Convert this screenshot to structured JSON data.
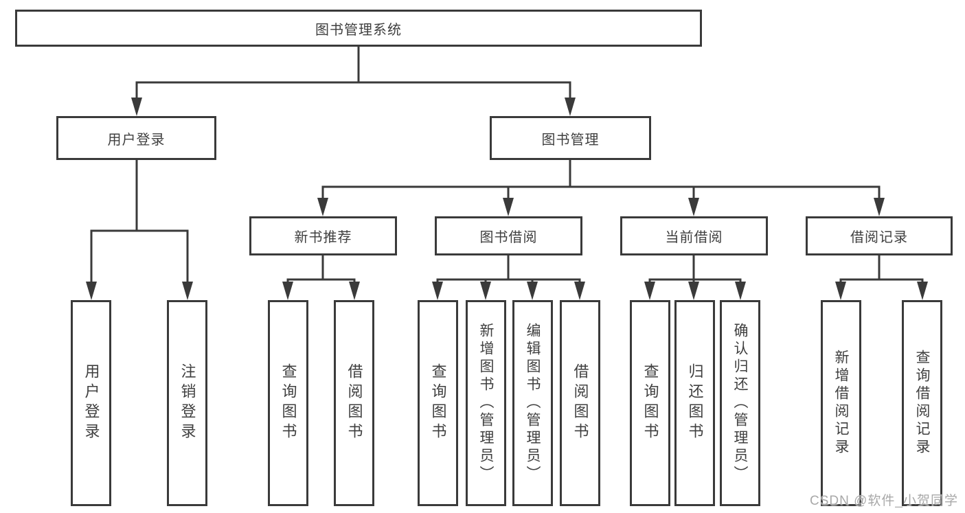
{
  "diagram": {
    "type": "hierarchy",
    "tree": {
      "label": "图书管理系统",
      "children": [
        {
          "label": "用户登录",
          "children": [
            {
              "label": "用户登录"
            },
            {
              "label": "注销登录"
            }
          ]
        },
        {
          "label": "图书管理",
          "children": [
            {
              "label": "新书推荐",
              "children": [
                {
                  "label": "查询图书"
                },
                {
                  "label": "借阅图书"
                }
              ]
            },
            {
              "label": "图书借阅",
              "children": [
                {
                  "label": "查询图书"
                },
                {
                  "label": "新增图书（管理员）"
                },
                {
                  "label": "编辑图书（管理员）"
                },
                {
                  "label": "借阅图书"
                }
              ]
            },
            {
              "label": "当前借阅",
              "children": [
                {
                  "label": "查询图书"
                },
                {
                  "label": "归还图书"
                },
                {
                  "label": "确认归还（管理员）"
                }
              ]
            },
            {
              "label": "借阅记录",
              "children": [
                {
                  "label": "新增借阅记录"
                },
                {
                  "label": "查询借阅记录"
                }
              ]
            }
          ]
        }
      ]
    },
    "colors": {
      "line": "#3a3a3a",
      "text": "#3f3f3f",
      "background": "#ffffff",
      "watermark": "#a8a8a8"
    }
  },
  "watermark": {
    "text": "CSDN @软件_小贺同学"
  }
}
